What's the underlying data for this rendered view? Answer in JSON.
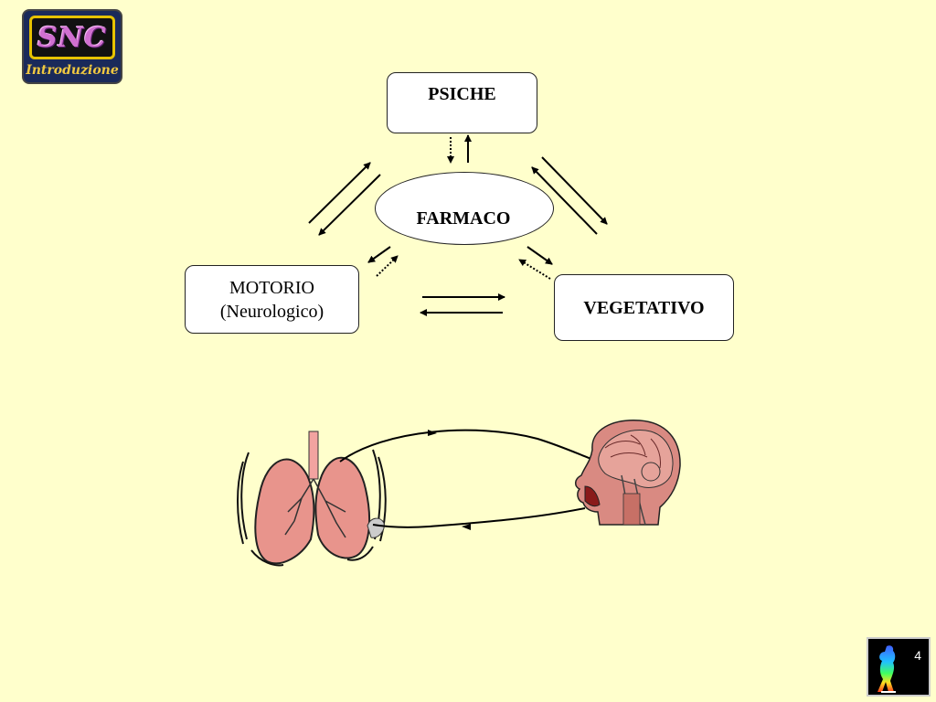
{
  "logo": {
    "title": "SNC",
    "subtitle": "Introduzione"
  },
  "diagram": {
    "psiche": "PSICHE",
    "farmaco": "FARMACO",
    "motorio_line1": "MOTORIO",
    "motorio_line2": "(Neurologico)",
    "vegetativo": "VEGETATIVO"
  },
  "illustration": {
    "lungs": "lungs-icon",
    "head": "head-anatomy-icon"
  },
  "slide_number": "4",
  "colors": {
    "background": "#FFFFCC",
    "arrow": "#000000",
    "lung": "#E8948C",
    "brain": "#D98A82"
  }
}
